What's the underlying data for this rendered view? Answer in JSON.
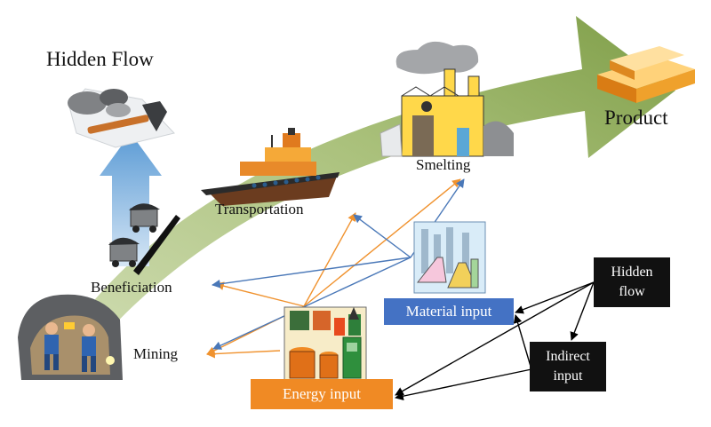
{
  "labels": {
    "hidden_flow_title": "Hidden Flow",
    "product": "Product",
    "smelting": "Smelting",
    "transportation": "Transportation",
    "beneficiation": "Beneficiation",
    "mining": "Mining"
  },
  "boxes": {
    "material_input": "Material input",
    "energy_input": "Energy input",
    "hidden_flow_box_line1": "Hidden",
    "hidden_flow_box_line2": "flow",
    "indirect_input_line1": "Indirect",
    "indirect_input_line2": "input"
  },
  "colors": {
    "main_arrow": "#8fae58",
    "blue_arrow": "#5b9bd5",
    "orange_line": "#f0922e",
    "blue_line": "#4a78b8",
    "material_box": "#4472c4",
    "energy_box": "#f08a24",
    "black_box": "#111111"
  },
  "icons": {
    "rocks_hammer": "rocks-hammer-icon",
    "mining_workers": "mining-workers-icon",
    "ore_carts": "ore-carts-icon",
    "ship": "ship-icon",
    "factory": "factory-icon",
    "gold_bars": "gold-bars-icon",
    "laboratory": "laboratory-icon",
    "oil_refinery": "oil-refinery-icon"
  }
}
